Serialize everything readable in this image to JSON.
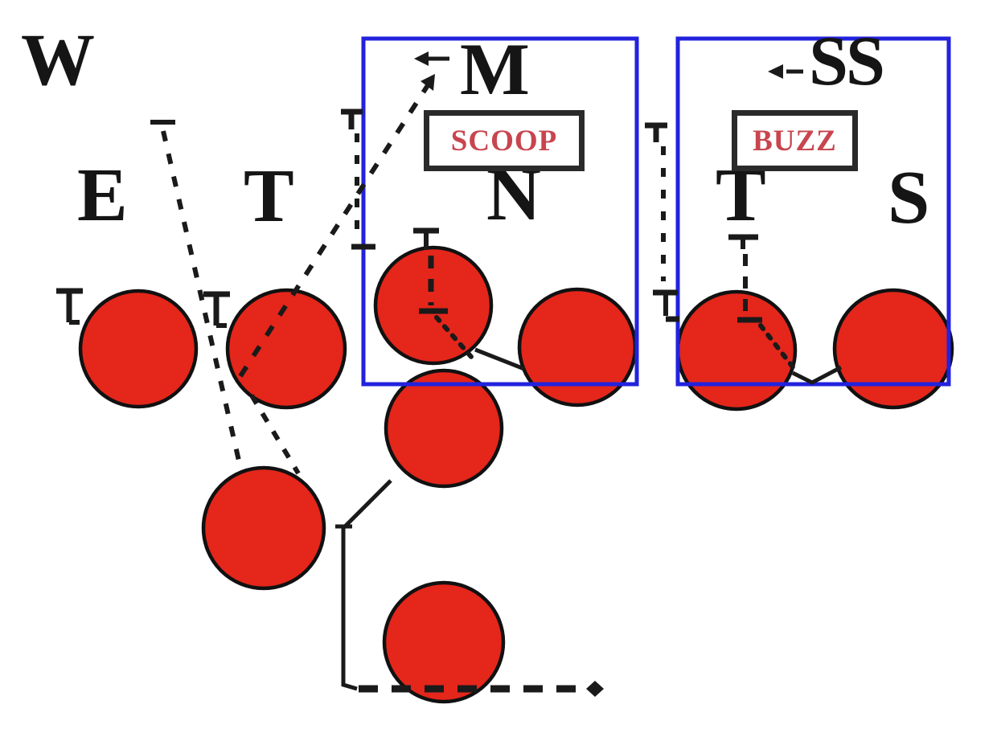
{
  "defenders": {
    "will": "W",
    "end": "E",
    "weak_tackle": "T",
    "mike": "M",
    "nose": "N",
    "strong_safety": "SS",
    "strong_tackle": "T",
    "sam": "S"
  },
  "calls": {
    "left_zone": "SCOOP",
    "right_zone": "BUZZ"
  },
  "colors": {
    "player_circle_fill": "#e5261b",
    "player_circle_stroke": "#111111",
    "zone_box_stroke": "#2222dd",
    "call_label_text": "#c8454f",
    "line_ink": "#1a1a1a"
  }
}
